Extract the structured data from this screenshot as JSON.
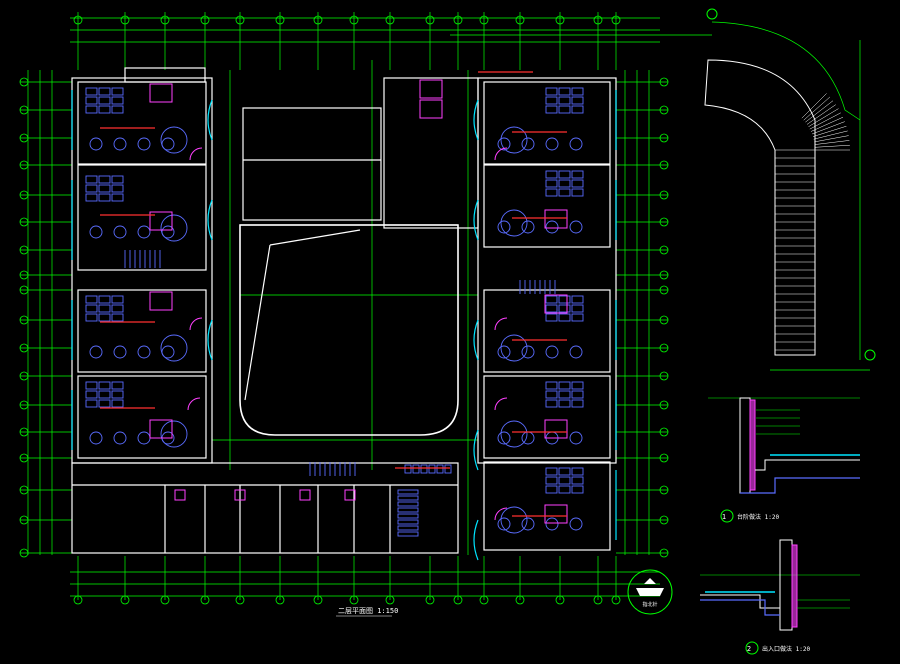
{
  "drawing": {
    "main_plan_caption": "二层平面图 1:150",
    "detail_1_caption": "台阶做法 1:20",
    "detail_2_caption": "出入口做法 1:20",
    "detail_1_number": "1",
    "detail_2_number": "2",
    "north_symbol_label": "指北针"
  },
  "colors": {
    "background": "#000000",
    "walls": "#ffffff",
    "axis_lines": "#00ff00",
    "dimensions": "#00ff00",
    "furniture": "#5a6cff",
    "doors": "#ff40ff",
    "accent_red": "#ff3030",
    "cyan": "#00e5ff",
    "yellow": "#ffff00"
  },
  "icons": [
    "north-arrow-icon",
    "detail-bubble-icon",
    "axis-bubble-icon"
  ]
}
